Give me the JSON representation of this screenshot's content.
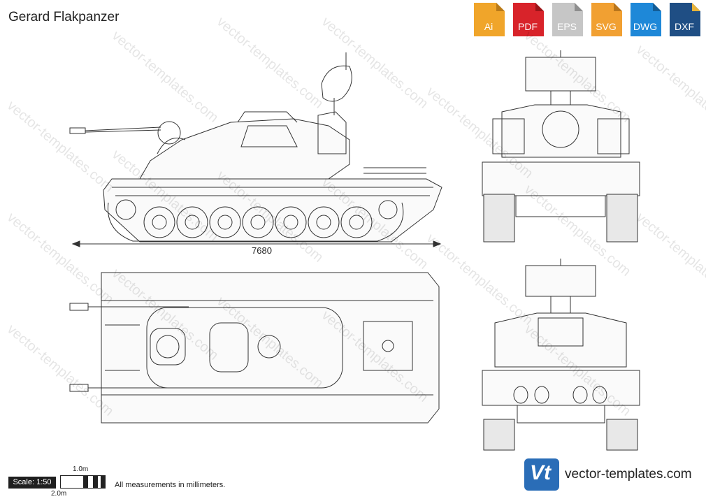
{
  "title": "Gerard Flakpanzer",
  "formats": [
    {
      "label": "Ai",
      "color": "#f0a52a"
    },
    {
      "label": "PDF",
      "color": "#d8232a"
    },
    {
      "label": "EPS",
      "color": "#c6c6c6"
    },
    {
      "label": "SVG",
      "color": "#f1a032"
    },
    {
      "label": "DWG",
      "color": "#1e88d8"
    },
    {
      "label": "DXF",
      "color": "#1f4e84"
    }
  ],
  "dimension": "7680",
  "scale": {
    "label": "Scale: 1:50",
    "small": "1.0m",
    "large": "2.0m"
  },
  "note": "All measurements in millimeters.",
  "logo": {
    "text": "Vt",
    "color": "#2a6db7"
  },
  "site": "vector-templates.com",
  "watermark": "vector-templates.com"
}
